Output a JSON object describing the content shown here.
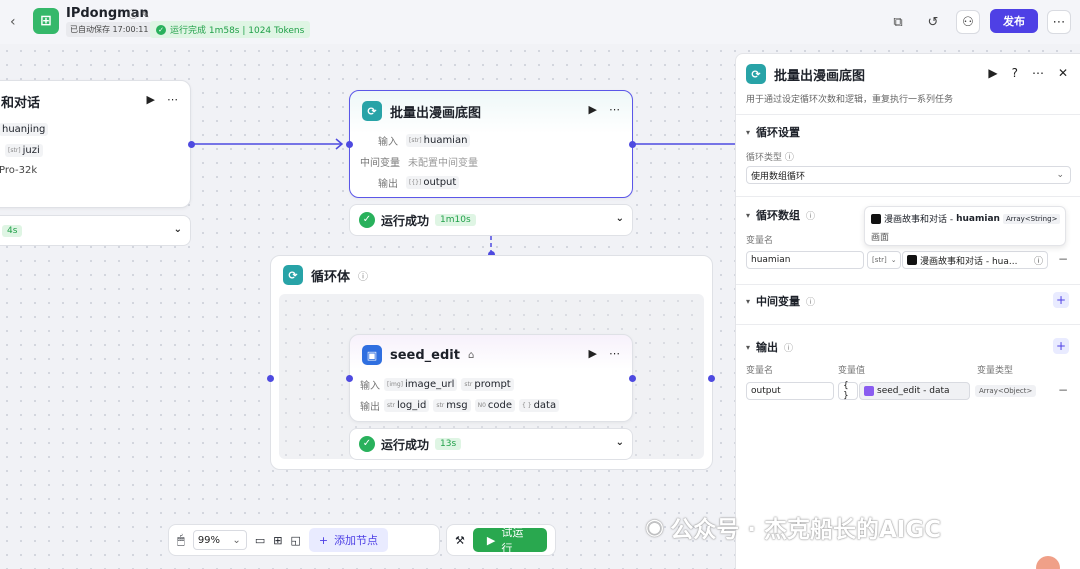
{
  "topbar": {
    "app_name": "IPdongman",
    "autosave": "已自动保存 17:00:11",
    "run_status": "运行完成 1m58s | 1024 Tokens",
    "publish_label": "发布"
  },
  "left_node": {
    "title_fragment": "和对话",
    "row1_value": "huanjing",
    "row2_type": "[str]",
    "row2_value": "juzi",
    "row3_text": "Pro-32k",
    "status_time": "4s"
  },
  "batch_node": {
    "title": "批量出漫画底图",
    "input_label": "输入",
    "input_type": "[str]",
    "input_value": "huamian",
    "mid_label": "中间变量",
    "mid_value": "未配置中间变量",
    "output_label": "输出",
    "output_type": "[{}]",
    "output_value": "output",
    "status_text": "运行成功",
    "status_time": "1m10s"
  },
  "loop_body": {
    "title": "循环体"
  },
  "seed_node": {
    "title": "seed_edit",
    "in_label": "输入",
    "in1_type": "[img]",
    "in1_value": "image_url",
    "in2_type": "str",
    "in2_value": "prompt",
    "out_label": "输出",
    "out1_type": "str",
    "out1_value": "log_id",
    "out2_type": "str",
    "out2_value": "msg",
    "out3_type": "N0",
    "out3_value": "code",
    "out4_type": "{ }",
    "out4_value": "data",
    "status_text": "运行成功",
    "status_time": "13s"
  },
  "panel": {
    "title": "批量出漫画底图",
    "desc": "用于通过设定循环次数和逻辑，重复执行一系列任务",
    "loop_settings": "循环设置",
    "loop_type_label": "循环类型",
    "loop_type_value": "使用数组循环",
    "loop_array": "循环数组",
    "var_name_label": "变量名",
    "var_name_value": "huamian",
    "var_type": "[str]",
    "var_ref": "漫画故事和对话 - hua...",
    "tooltip_source": "漫画故事和对话 - ",
    "tooltip_var": "huamian",
    "tooltip_type": "Array<String>",
    "tooltip_desc": "画面",
    "mid_vars": "中间变量",
    "output": "输出",
    "col_name": "变量名",
    "col_value": "变量值",
    "col_type": "变量类型",
    "out_name": "output",
    "out_brace": "{ }",
    "out_ref": "seed_edit - data",
    "out_type": "Array<Object>"
  },
  "bottombar": {
    "zoom": "99%",
    "add_node": "添加节点",
    "test_run": "试运行"
  },
  "watermark": "公众号 · 杰克船长的AIGC"
}
